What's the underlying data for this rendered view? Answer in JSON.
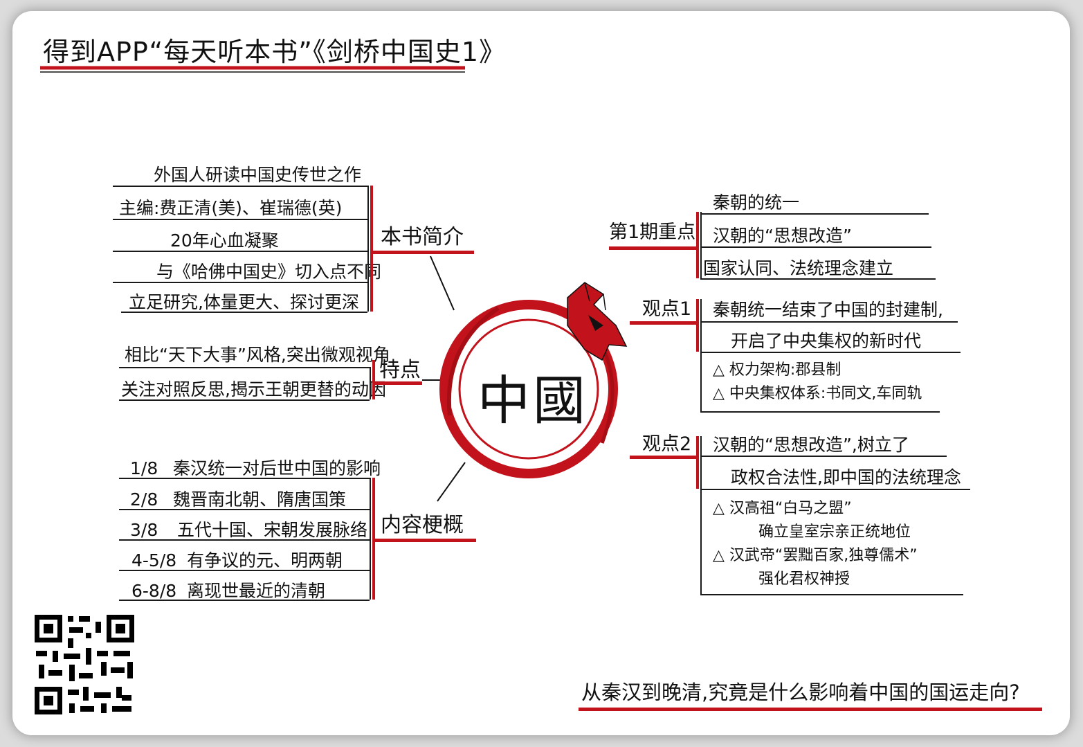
{
  "title": "得到APP“每天听本书”《剑桥中国史1》",
  "center": "中國",
  "left": {
    "intro": {
      "label": "本书简介",
      "items": [
        "外国人研读中国史传世之作",
        "主编:费正清(美)、崔瑞德(英)",
        "20年心血凝聚",
        "与《哈佛中国史》切入点不同",
        "立足研究,体量更大、探讨更深"
      ]
    },
    "features": {
      "label": "特点",
      "items": [
        "相比“天下大事”风格,突出微观视角",
        "关注对照反思,揭示王朝更替的动因"
      ]
    },
    "outline": {
      "label": "内容梗概",
      "items": [
        {
          "num": "1/8",
          "text": "秦汉统一对后世中国的影响"
        },
        {
          "num": "2/8",
          "text": "魏晋南北朝、隋唐国策"
        },
        {
          "num": "3/8",
          "text": "五代十国、宋朝发展脉络"
        },
        {
          "num": "4-5/8",
          "text": "有争议的元、明两朝"
        },
        {
          "num": "6-8/8",
          "text": "离现世最近的清朝"
        }
      ]
    }
  },
  "right": {
    "focus": {
      "label": "第1期重点",
      "items": [
        "秦朝的统一",
        "汉朝的“思想改造”",
        "国家认同、法统理念建立"
      ]
    },
    "view1": {
      "label": "观点1",
      "lines": [
        "秦朝统一结束了中国的封建制,",
        "开启了中央集权的新时代"
      ],
      "subs": [
        "△ 权力架构:郡县制",
        "△ 中央集权体系:书同文,车同轨"
      ]
    },
    "view2": {
      "label": "观点2",
      "lines": [
        "汉朝的“思想改造”,树立了",
        "政权合法性,即中国的法统理念"
      ],
      "subs": [
        "△ 汉高祖“白马之盟”",
        "确立皇室宗亲正统地位",
        "△ 汉武帝“罢黜百家,独尊儒术”",
        "强化君权神授"
      ]
    }
  },
  "bottom_text": "从秦汉到晚清,究竟是什么影响着中国的国运走向?",
  "colors": {
    "accent": "#c2121b",
    "ink": "#111111",
    "background": "#ffffff"
  },
  "qr_icon": "qr-code-icon"
}
